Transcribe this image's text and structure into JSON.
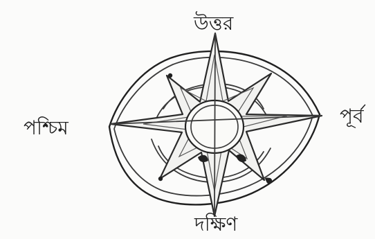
{
  "directions": {
    "north": "উত্তর",
    "south": "দক্ষিণ",
    "east": "পূর্ব",
    "west": "পশ্চিম"
  }
}
